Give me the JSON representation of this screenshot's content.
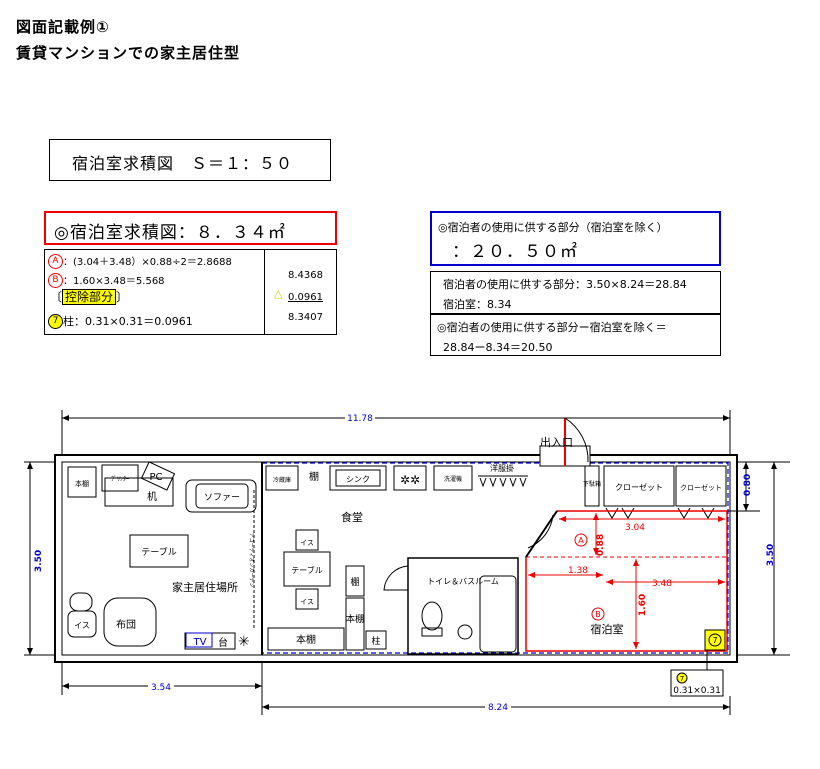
{
  "header": {
    "line1": "図面記載例①",
    "line2": "賃貸マンションでの家主居住型"
  },
  "scale_box": {
    "title": "宿泊室求積図　Ｓ＝１：５０"
  },
  "guest_area": {
    "title": "◎宿泊室求積図：８．３４㎡",
    "line_a_mark": "A",
    "line_a": "：(3.04＋3.48）×0.88÷2＝2.8688",
    "line_b_mark": "B",
    "line_b": "：1.60×3.48＝5.568",
    "deduct_open": "〔",
    "deduct_label": "控除部分",
    "deduct_close": "〕",
    "pillar_mark": "7",
    "pillar_line": "柱：0.31×0.31＝0.0961",
    "sum1": "8.4368",
    "minus_mark": "△",
    "sum2": "0.0961",
    "result": "8.3407"
  },
  "shared_area": {
    "title_line1": "◎宿泊者の使用に供する部分（宿泊室を除く）",
    "title_line2": "：２０．５０㎡",
    "line1": "宿泊者の使用に供する部分：3.50×8.24＝28.84",
    "line2": "宿泊室：8.34",
    "line3": "◎宿泊者の使用に供する部分ー宿泊室を除く＝",
    "line4": "28.84ー8.34＝20.50"
  },
  "floorplan": {
    "dim_total_width": "11.78",
    "dim_height_left": "3.50",
    "dim_height_right": "3.50",
    "dim_left_width": "3.54",
    "dim_right_width": "8.24",
    "dim_top_right": "0.80",
    "dim_304": "3.04",
    "dim_088": "0.88",
    "dim_138": "1.38",
    "dim_348": "3.48",
    "dim_160": "1.60",
    "pillar_note": "0.31×0.31",
    "pillar_mark": "7",
    "mark_a": "A",
    "mark_b": "B",
    "rooms": {
      "bookshelf_small": "本棚",
      "printer": "ﾌﾟﾘﾝﾀｰ",
      "pc": "PC",
      "desk": "机",
      "sofa": "ソファー",
      "table_left": "テーブル",
      "owner_space": "家主居住場所",
      "chair_left": "イス",
      "futon": "布団",
      "tv": "TV",
      "tv_stand": "台",
      "bookshelf_bottom": "本棚",
      "fridge": "冷蔵庫",
      "shelf_top": "棚",
      "sink": "シンク",
      "washer": "洗濯機",
      "clothes_hanger": "洋服掛",
      "shoe_box": "下駄箱",
      "closet1": "クローゼット",
      "closet2": "クローゼット",
      "entrance": "出入口",
      "dining": "食堂",
      "chair_top": "イス",
      "table_dining": "テーブル",
      "chair_bottom": "イス",
      "shelf_mid": "棚",
      "bookshelf_mid": "本棚",
      "pillar": "柱",
      "toilet_bath": "トイレ＆バスルーム",
      "guest_room": "宿泊室",
      "accordion_curtain": "アコーディオンカーテン"
    }
  }
}
